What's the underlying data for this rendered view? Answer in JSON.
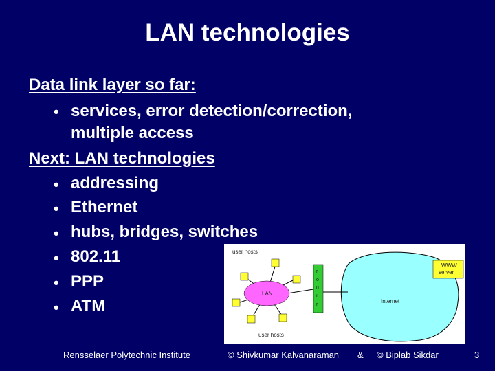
{
  "slide": {
    "title": "LAN technologies",
    "heading1": "Data link layer so far:",
    "sub1_line1": "services, error detection/correction,",
    "sub1_line2": "multiple access",
    "heading2": "Next: LAN technologies",
    "items": [
      "addressing",
      "Ethernet",
      "hubs, bridges, switches",
      "802.11",
      "PPP",
      "ATM"
    ]
  },
  "figure": {
    "top_label": "user hosts",
    "lan_label": "LAN",
    "router_label": "router",
    "internet_label": "Internet",
    "server_label_1": "WWW",
    "server_label_2": "server",
    "bottom_label": "user hosts",
    "colors": {
      "lan": "#ff66ff",
      "host": "#ffff33",
      "router": "#33cc33",
      "internet": "#99ffff"
    }
  },
  "footer": {
    "institute": "Rensselaer Polytechnic Institute",
    "author1": "© Shivkumar Kalvanaraman",
    "amp": "&",
    "author2": "© Biplab Sikdar",
    "page": "3"
  }
}
